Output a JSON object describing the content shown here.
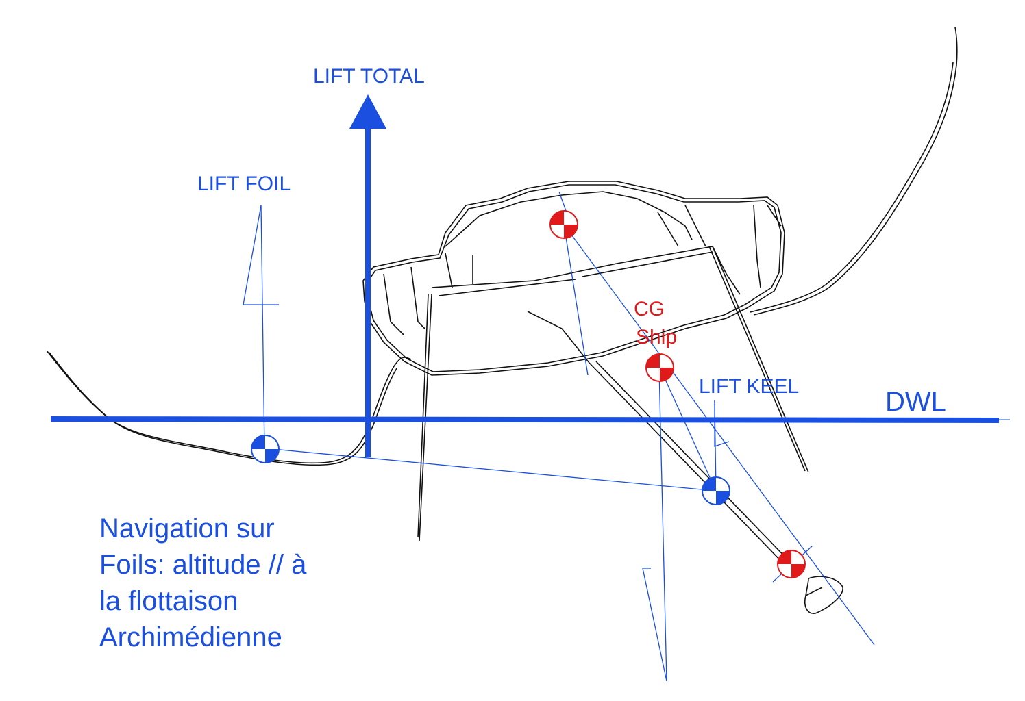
{
  "labels": {
    "lift_total": "LIFT TOTAL",
    "lift_foil": "LIFT FOIL",
    "cg_ship_line1": "CG",
    "cg_ship_line2": "Ship",
    "lift_keel": "LIFT KEEL",
    "dwl": "DWL"
  },
  "caption": {
    "line1": "Navigation sur",
    "line2": "Foils: altitude // à",
    "line3": "la flottaison",
    "line4": "Archimédienne"
  },
  "colors": {
    "blue": "#1a4fe0",
    "red": "#e0191b",
    "hull": "#111111"
  }
}
